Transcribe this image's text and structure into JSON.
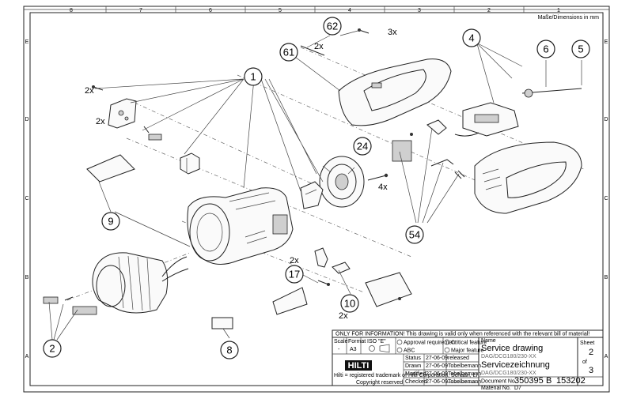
{
  "border": {
    "top_zones": [
      "8",
      "7",
      "6",
      "5",
      "4",
      "3",
      "2",
      "1"
    ],
    "side_zones": [
      "E",
      "D",
      "C",
      "B",
      "A"
    ]
  },
  "note_top_right": "Maße/Dimensions in mm",
  "callouts": [
    {
      "id": "c1",
      "num": "1"
    },
    {
      "id": "c2",
      "num": "2"
    },
    {
      "id": "c4",
      "num": "4"
    },
    {
      "id": "c5",
      "num": "5"
    },
    {
      "id": "c6",
      "num": "6"
    },
    {
      "id": "c8",
      "num": "8"
    },
    {
      "id": "c9",
      "num": "9"
    },
    {
      "id": "c10",
      "num": "10"
    },
    {
      "id": "c17",
      "num": "17"
    },
    {
      "id": "c24",
      "num": "24"
    },
    {
      "id": "c54",
      "num": "54"
    },
    {
      "id": "c61",
      "num": "61"
    },
    {
      "id": "c62",
      "num": "62"
    }
  ],
  "quantities": {
    "q62_a": "2x",
    "q62_b": "3x",
    "q1": "2x",
    "q1b": "2x",
    "q24": "4x",
    "q17": "2x",
    "q10": "2x"
  },
  "title_block": {
    "notice": "ONLY FOR INFORMATION! This drawing is valid only when referenced with the relevant bill of material!",
    "scale_label": "Scale",
    "scale_value": "-",
    "format_label": "Format",
    "format_value": "A3",
    "iso_label": "ISO \"E\"",
    "approval_required": "Approval requirement",
    "critical_feature": "Critical feature",
    "abc": "ABC",
    "major_feature": "Major feature",
    "name_label": "Name",
    "title_en": "Service drawing",
    "sub_en": "DAG/DCG180/230-XX",
    "title_de": "Servicezeichnung",
    "sub_de": "DAG/DCG180/230-XX",
    "sheet_label": "Sheet",
    "sheet_num": "2",
    "of_label": "of",
    "sheet_total": "3",
    "brand": "HILTI",
    "trademark": "Hilti = registered trademark of Hilti Corporation, Schaan, LI",
    "copyright": "Copyright reserved",
    "rows": [
      {
        "label": "Status",
        "date": "27-06-09",
        "name": "released"
      },
      {
        "label": "Drawn",
        "date": "27-06-09",
        "name": "Tobelbemann"
      },
      {
        "label": "Modified",
        "date": "27-06-09",
        "name": "Tobelbemann"
      },
      {
        "label": "Checked",
        "date": "27-06-09",
        "name": "Tobelbemann"
      }
    ],
    "document_label": "Document No.",
    "document_no": "350395",
    "rev": "B",
    "doc_no2": "153202",
    "material_label": "Material No.",
    "material_value": "D7"
  }
}
